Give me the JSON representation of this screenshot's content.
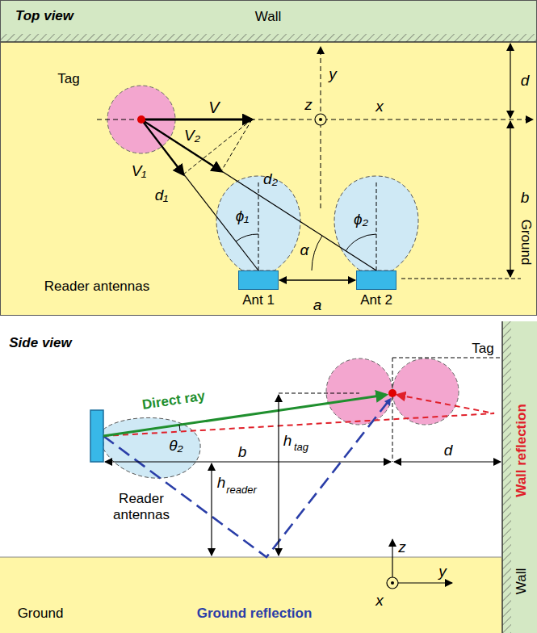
{
  "diagram": {
    "nodes": [
      {
        "text": [
          "Wall"
        ]
      },
      {
        "text": [
          "Ant 1"
        ]
      },
      {
        "text": [
          "Ant 2"
        ]
      },
      {
        "text": [
          "Wall reflection",
          "Wall"
        ]
      },
      {
        "text": [
          "Ground",
          "Ground reflection"
        ]
      }
    ],
    "edges": [
      {
        "from": 1,
        "to": 2,
        "arrow": "both",
        "label": "a"
      }
    ],
    "labels": [
      "Top view",
      "Tag",
      "V",
      "V₂",
      "V₁",
      "d₂",
      "d₁",
      "ϕ₁",
      "α",
      "ϕ₂",
      "z",
      "y",
      "x",
      "d",
      "b",
      "Ground",
      "Reader antennas",
      "Side view",
      "Tag",
      "Direct ray",
      "θ₂",
      "b",
      "d",
      "Reader antennas",
      "h",
      "reader",
      "h",
      "tag",
      "z",
      "y",
      "x"
    ]
  }
}
